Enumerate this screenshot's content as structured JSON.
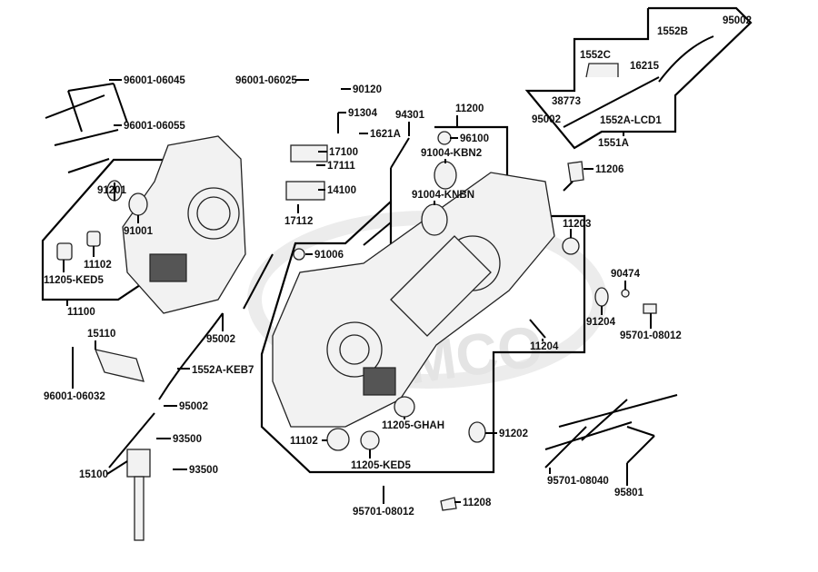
{
  "watermark": "KYMCO",
  "labels": {
    "l96001_06045": "96001-06045",
    "l96001_06055": "96001-06055",
    "l96001_06025": "96001-06025",
    "l90120": "90120",
    "l91304": "91304",
    "l1621A": "1621A",
    "l94301": "94301",
    "l11200": "11200",
    "l96100": "96100",
    "l91004_KBN2": "91004-KBN2",
    "l17100": "17100",
    "l17111": "17111",
    "l14100": "14100",
    "l17112": "17112",
    "l91004_KNBN": "91004-KNBN",
    "l91006": "91006",
    "l91201": "91201",
    "l91001": "91001",
    "l11102a": "11102",
    "l11205_KED5a": "11205-KED5",
    "l11100": "11100",
    "l95002a": "95002",
    "l15110": "15110",
    "l96001_06032": "96001-06032",
    "l1552A_KEB7": "1552A-KEB7",
    "l95002b": "95002",
    "l93500a": "93500",
    "l93500b": "93500",
    "l15100": "15100",
    "l11205_GHAH": "11205-GHAH",
    "l11102b": "11102",
    "l11205_KED5b": "11205-KED5",
    "l91202": "91202",
    "l95701_08012a": "95701-08012",
    "l11208": "11208",
    "l11206": "11206",
    "l11203": "11203",
    "l90474": "90474",
    "l91204": "91204",
    "l95701_08012b": "95701-08012",
    "l11204": "11204",
    "l95701_08040": "95701-08040",
    "l95801": "95801",
    "l95002c": "95002",
    "l1552B": "1552B",
    "l1552C": "1552C",
    "l16215": "16215",
    "l38773": "38773",
    "l95002d": "95002",
    "l1552A_LCD1": "1552A-LCD1",
    "l1551A": "1551A"
  }
}
